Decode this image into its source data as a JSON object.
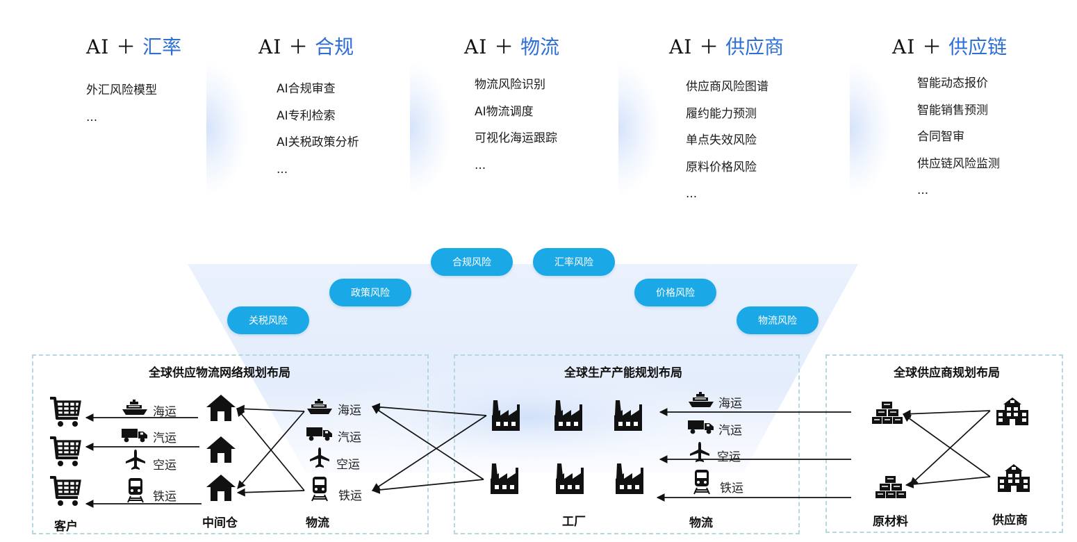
{
  "columns": [
    {
      "prefix": "AI ＋",
      "accent": "汇率",
      "items": [
        "外汇风险模型",
        "..."
      ]
    },
    {
      "prefix": "AI ＋",
      "accent": "合规",
      "items": [
        "AI合规审查",
        "AI专利检索",
        "AI关税政策分析",
        "..."
      ]
    },
    {
      "prefix": "AI ＋",
      "accent": "物流",
      "items": [
        "物流风险识别",
        "AI物流调度",
        "可视化海运跟踪",
        "..."
      ]
    },
    {
      "prefix": "AI ＋",
      "accent": "供应商",
      "items": [
        "供应商风险图谱",
        "履约能力预测",
        "单点失效风险",
        "原料价格风险",
        "..."
      ]
    },
    {
      "prefix": "AI ＋",
      "accent": "供应链",
      "items": [
        "智能动态报价",
        "智能销售预测",
        "合同智审",
        "供应链风险监测",
        "..."
      ]
    }
  ],
  "risks": [
    "合规风险",
    "汇率风险",
    "政策风险",
    "价格风险",
    "关税风险",
    "物流风险"
  ],
  "panels": {
    "logistics": {
      "title": "全球供应物流网络规划布局",
      "modes": [
        "海运",
        "汽运",
        "空运",
        "铁运"
      ],
      "modes_right": [
        "海运",
        "汽运",
        "空运",
        "铁运"
      ],
      "captions": [
        "客户",
        "中间仓",
        "物流"
      ]
    },
    "production": {
      "title": "全球生产产能规划布局",
      "modes": [
        "海运",
        "汽运",
        "空运",
        "铁运"
      ],
      "captions": [
        "工厂",
        "物流"
      ]
    },
    "supplier": {
      "title": "全球供应商规划布局",
      "captions": [
        "原材料",
        "供应商"
      ]
    }
  },
  "colors": {
    "accent": "#2e6fd6",
    "pill": "#1aa8e6",
    "border": "#b6d7e0"
  }
}
